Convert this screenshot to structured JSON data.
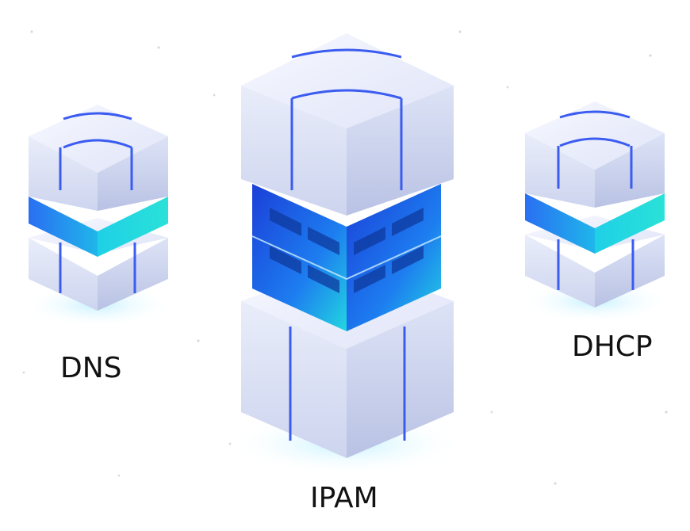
{
  "labels": {
    "dns": "DNS",
    "ipam": "IPAM",
    "dhcp": "DHCP"
  },
  "icons": [
    "small-server-icon",
    "large-server-icon",
    "small-server-icon"
  ],
  "colors": {
    "background": "#ffffff",
    "cube_light": "#eef1fb",
    "cube_side": "#c9d0ec",
    "accent_line": "#3b5cf0",
    "band_teal": "#19c8e6",
    "band_blue": "#1d63f0",
    "chip": "#0e3a9e",
    "label_text": "#111111"
  }
}
